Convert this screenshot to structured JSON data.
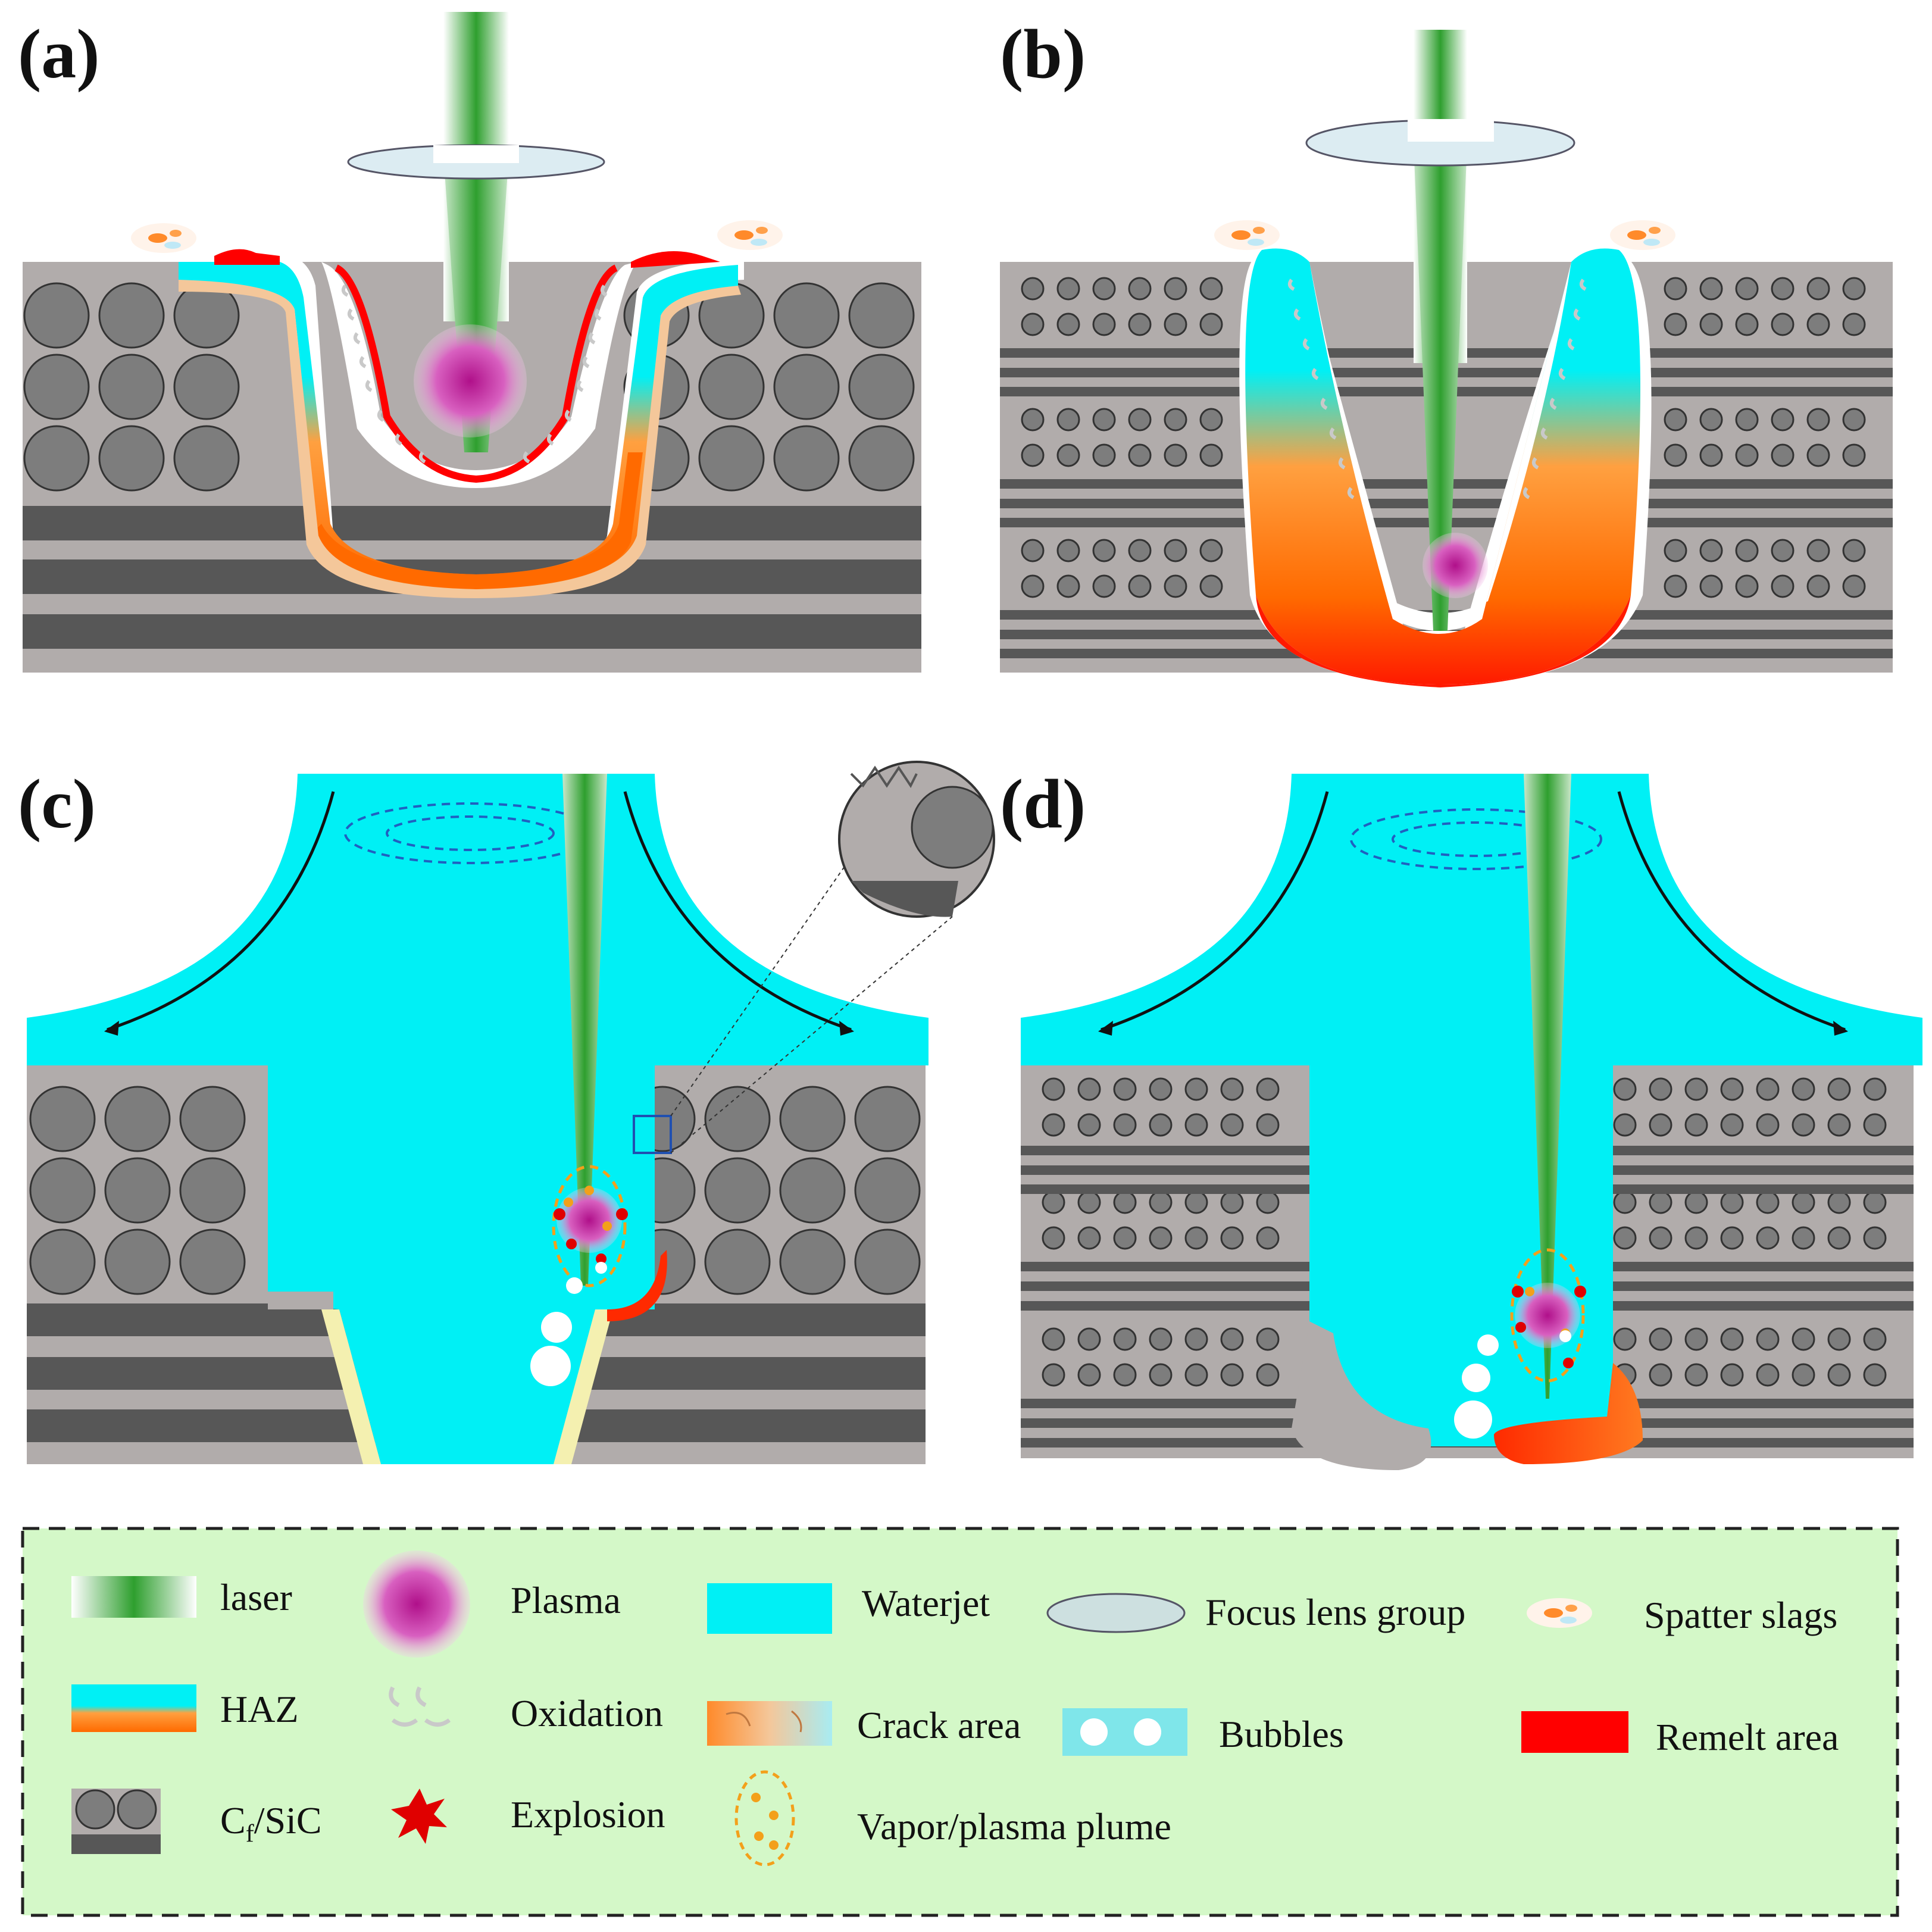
{
  "panels": {
    "a": "(a)",
    "b": "(b)",
    "c": "(c)",
    "d": "(d)"
  },
  "legend": {
    "laser": "laser",
    "plasma": "Plasma",
    "waterjet": "Waterjet",
    "lens": "Focus lens group",
    "spatter": "Spatter slags",
    "haz": "HAZ",
    "oxidation": "Oxidation",
    "crack": "Crack area",
    "bubbles": "Bubbles",
    "remelt": "Remelt area",
    "cfsic_main": "C",
    "cfsic_sub": "f",
    "cfsic_rest": "/SiC",
    "explosion": "Explosion",
    "plume": "Vapor/plasma plume"
  },
  "colors": {
    "waterjet": "#00f0f5",
    "remelt": "#ff0000",
    "haz_top": "#00f0f5",
    "haz_bottom": "#ff7a00",
    "matrix": "#b1acab",
    "fiber": "#7d7d7d",
    "layer_dark": "#575757",
    "laser_green": "#2e9f2e",
    "legend_bg": "#d4f8c8",
    "plasma": "#c21aa0",
    "plume_ring": "#f3a01b"
  }
}
